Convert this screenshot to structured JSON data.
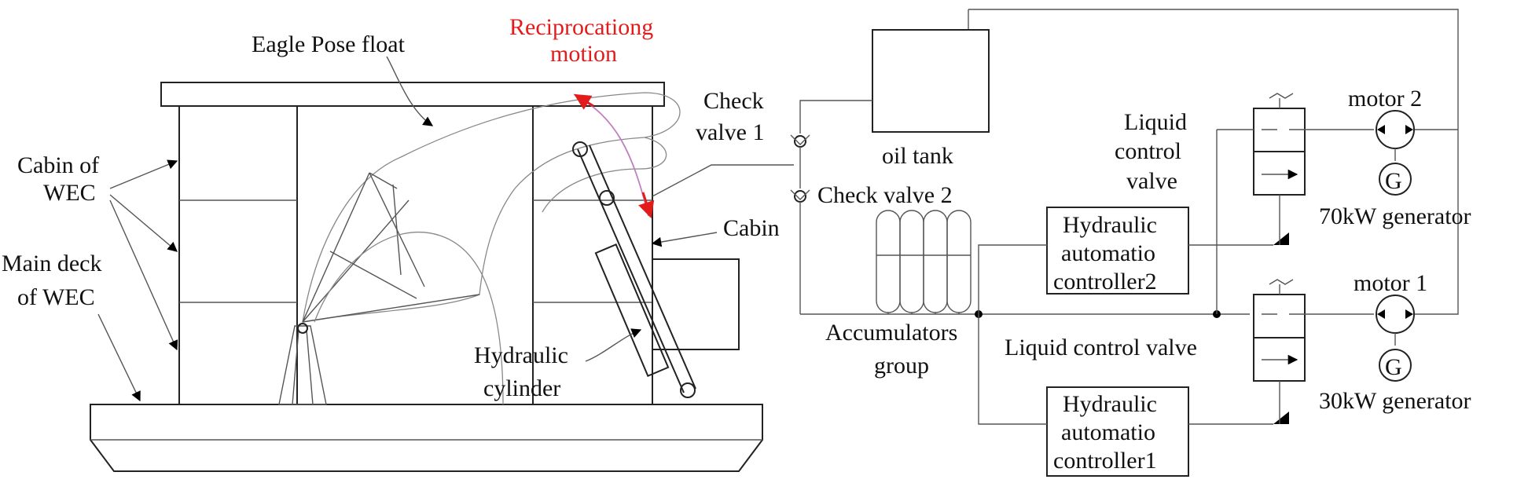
{
  "labels": {
    "eagle_pose_float": "Eagle Pose float",
    "reciprocating_line1": "Reciprocationg",
    "reciprocating_line2": "motion",
    "cabin_of_wec_line1": "Cabin of",
    "cabin_of_wec_line2": "WEC",
    "main_deck_line1": "Main deck",
    "main_deck_line2": "of WEC",
    "cabin": "Cabin",
    "hydraulic_cylinder_line1": "Hydraulic",
    "hydraulic_cylinder_line2": "cylinder",
    "check_valve_1_line1": "Check",
    "check_valve_1_line2": "valve 1",
    "check_valve_2": "Check valve 2",
    "oil_tank": "oil tank",
    "accumulators_line1": "Accumulators",
    "accumulators_line2": "group",
    "liquid_control_valve_top_line1": "Liquid",
    "liquid_control_valve_top_line2": "control",
    "liquid_control_valve_top_line3": "valve",
    "liquid_control_valve_bottom": "Liquid control valve",
    "controller2_line1": "Hydraulic",
    "controller2_line2": "automatio",
    "controller2_line3": "controller2",
    "controller1_line1": "Hydraulic",
    "controller1_line2": "automatio",
    "controller1_line3": "controller1",
    "motor_2": "motor 2",
    "motor_1": "motor 1",
    "generator_70kw": "70kW generator",
    "generator_30kw": "30kW generator",
    "generator_symbol": "G"
  },
  "colors": {
    "motion_arrow": "#e31b1b",
    "motion_path": "#c080c0",
    "line": "#222222"
  }
}
